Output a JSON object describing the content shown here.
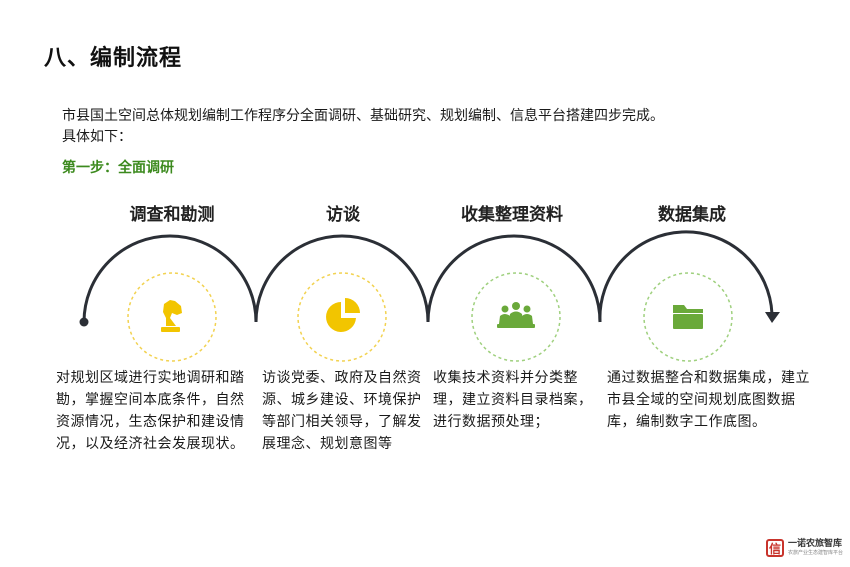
{
  "title": "八、编制流程",
  "intro": {
    "line1": "市县国土空间总体规划编制工作程序分全面调研、基础研究、规划编制、信息平台搭建四步完成。",
    "line2": "具体如下："
  },
  "step_label": "第一步：全面调研",
  "stages": [
    {
      "title": "调查和勘测",
      "icon": "chess-knight-icon",
      "desc": "对规划区域进行实地调研和踏勘，掌握空间本底条件，自然资源情况，生态保护和建设情况，以及经济社会发展现状。"
    },
    {
      "title": "访谈",
      "icon": "pie-chart-icon",
      "desc": "访谈党委、政府及自然资源、城乡建设、环境保护等部门相关领导，了解发展理念、规划意图等"
    },
    {
      "title": "收集整理资料",
      "icon": "group-people-icon",
      "desc": "收集技术资料并分类整理，建立资料目录档案，进行数据预处理；"
    },
    {
      "title": "数据集成",
      "icon": "folder-icon",
      "desc": "通过数据整合和数据集成，建立市县全域的空间规划底图数据库，编制数字工作底图。"
    }
  ],
  "colors": {
    "icon_yellow": "#f2c500",
    "icon_green": "#6aa93a",
    "ring_yellow": "#f2d250",
    "ring_green": "#9fd07e",
    "arc": "#2b2f36",
    "step_label": "#3c8a1e"
  },
  "logo": {
    "mark": "信",
    "name": "一诺农旅智库",
    "sub": "农旅产业生态建智库平台"
  }
}
